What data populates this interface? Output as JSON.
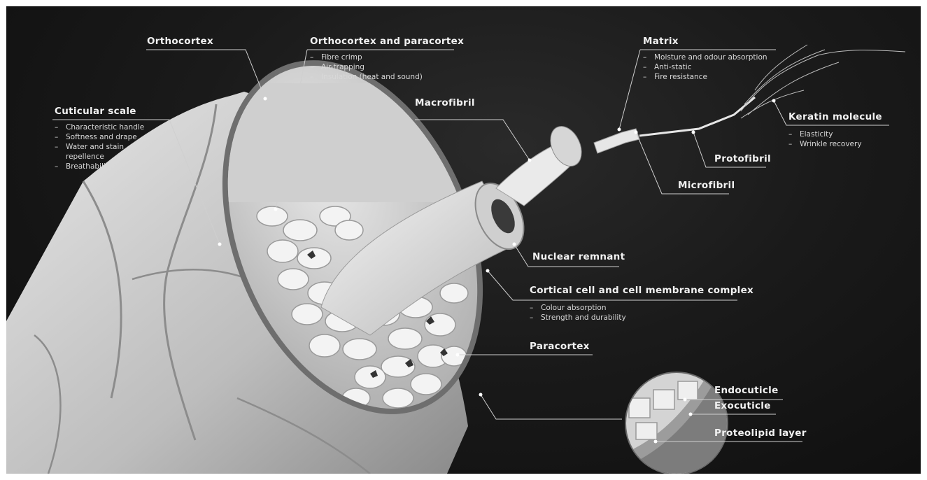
{
  "labels": {
    "orthocortex": {
      "title": "Orthocortex"
    },
    "ortho_para": {
      "title": "Orthocortex and paracortex",
      "items": [
        "Fibre crimp",
        "Air-trapping",
        "Insulation (heat and sound)"
      ]
    },
    "cuticular_scale": {
      "title": "Cuticular scale",
      "items": [
        "Characteristic handle",
        "Softness and drape",
        "Water and stain repellence",
        "Breathability"
      ]
    },
    "macrofibril": {
      "title": "Macrofibril"
    },
    "matrix": {
      "title": "Matrix",
      "items": [
        "Moisture and odour absorption",
        "Anti-static",
        "Fire resistance"
      ]
    },
    "keratin_molecule": {
      "title": "Keratin molecule",
      "items": [
        "Elasticity",
        "Wrinkle recovery"
      ]
    },
    "protofibril": {
      "title": "Protofibril"
    },
    "microfibril": {
      "title": "Microfibril"
    },
    "nuclear_remnant": {
      "title": "Nuclear remnant"
    },
    "cortical_cell": {
      "title": "Cortical cell and cell membrane complex",
      "items": [
        "Colour absorption",
        "Strength and durability"
      ]
    },
    "paracortex": {
      "title": "Paracortex"
    },
    "endocuticle": {
      "title": "Endocuticle"
    },
    "exocuticle": {
      "title": "Exocuticle"
    },
    "proteolipid": {
      "title": "Proteolipid layer"
    }
  },
  "colors": {
    "background": "#151515",
    "fibre": "#d9d9d9",
    "cell": "#f0f0f0",
    "leader_line": "#cfcfcf"
  }
}
